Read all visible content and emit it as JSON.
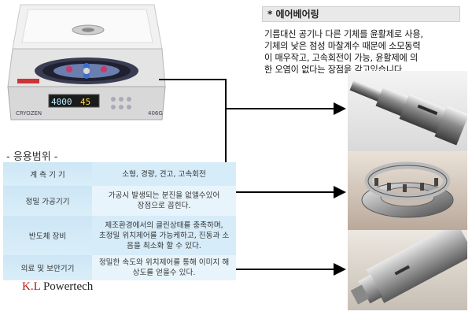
{
  "air_bearing": {
    "heading": "* 에어베어링",
    "description": [
      "기름대신 공기나 다른 기체를 윤활제로 사용,",
      "기체의 낮은 점성 마찰계수 때문에 소모동력",
      "이 매우작고, 고속회전이 가능, 윤활제에 의",
      "한 오염이 없다는 장점을 갖고있습니다."
    ]
  },
  "centrifuge": {
    "brand": "CRYOZEN",
    "model": "406G",
    "display_left": "4000",
    "display_right": "45"
  },
  "application_range": {
    "title": "- 응용범위 -",
    "rows": [
      {
        "field": "계 측 기 기",
        "description": [
          "소형, 경량, 견고, 고속회전"
        ]
      },
      {
        "field": "정밀 가공기기",
        "description": [
          "가공시 발생되는 분진을 없앨수있어",
          "장점으로 꼽힌다."
        ]
      },
      {
        "field": "반도체 장비",
        "description": [
          "제조환경에서의 클린상태를 충족하며,",
          "초정밀 위치제어를 가능케하고, 진동과 소",
          "음을 최소화 할 수 있다."
        ]
      },
      {
        "field": "의료 및 보안기기",
        "description": [
          "정밀한 속도와 위치제어를 통해 이미지 해",
          "상도를 얻을수 있다."
        ]
      }
    ]
  },
  "logo": {
    "initials": "K.L",
    "name": "Powertech"
  },
  "colors": {
    "arrow": "#000000",
    "table_row": "#d6ecf8",
    "logo_accent": "#b0181a"
  }
}
